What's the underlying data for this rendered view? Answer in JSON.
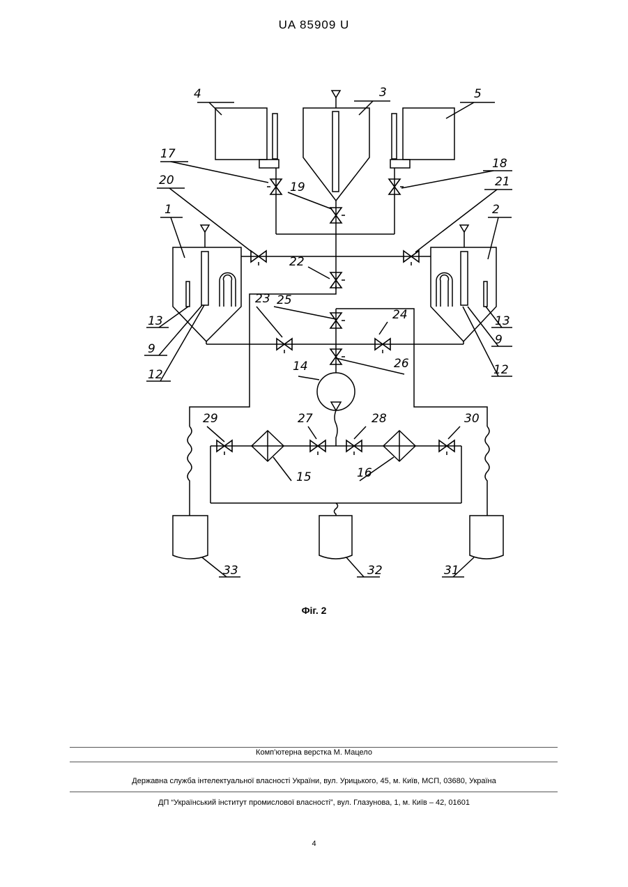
{
  "header": {
    "patent_number": "UA   85909   U"
  },
  "figure": {
    "caption": "Фіг. 2",
    "labels": {
      "n1": "1",
      "n2": "2",
      "n3": "3",
      "n4": "4",
      "n5": "5",
      "n9a": "9",
      "n9b": "9",
      "n12a": "12",
      "n12b": "12",
      "n13a": "13",
      "n13b": "13",
      "n14": "14",
      "n15": "15",
      "n16": "16",
      "n17": "17",
      "n18": "18",
      "n19": "19",
      "n20": "20",
      "n21": "21",
      "n22": "22",
      "n23": "23",
      "n24": "24",
      "n25": "25",
      "n26": "26",
      "n27": "27",
      "n28": "28",
      "n29": "29",
      "n30": "30",
      "n31": "31",
      "n32": "32",
      "n33": "33"
    }
  },
  "footer": {
    "typesetting": "Комп’ютерна верстка М. Мацело",
    "agency": "Державна служба інтелектуальної власності України, вул. Урицького, 45, м. Київ, МСП, 03680, Україна",
    "institute": "ДП “Український інститут промислової власності”, вул. Глазунова, 1, м. Київ – 42, 01601",
    "page_number": "4"
  }
}
